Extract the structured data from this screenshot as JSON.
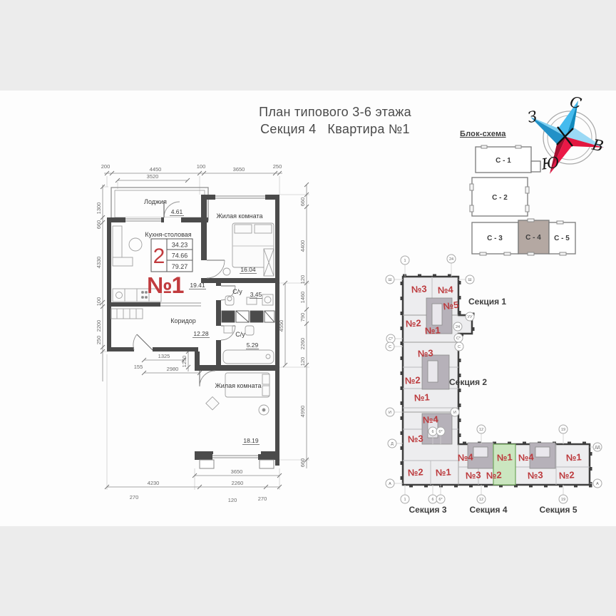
{
  "title": {
    "line1": "План типового 3-6 этажа",
    "line2": "Секция 4   Квартира №1"
  },
  "compass": {
    "north": "С",
    "west": "З",
    "east": "В",
    "south": "Ю"
  },
  "block_schema": {
    "title": "Блок-схема",
    "sections": [
      {
        "label": "С - 1"
      },
      {
        "label": "С - 2"
      },
      {
        "label": "С - 3"
      },
      {
        "label": "С - 4"
      },
      {
        "label": "С - 5"
      }
    ],
    "highlighted": "С - 4"
  },
  "plan": {
    "rooms": {
      "loggia": {
        "name": "Лоджия",
        "area": "4.61"
      },
      "living1": {
        "name": "Жилая комната",
        "area": "16.04"
      },
      "kitchen": {
        "name": "Кухня-столовая",
        "area": "19.41"
      },
      "wc1": {
        "name": "С/у",
        "area": "3.45"
      },
      "corridor": {
        "name": "Коридор",
        "area": "12.28"
      },
      "wc2": {
        "name": "С/у",
        "area": "5.29"
      },
      "living2": {
        "name": "Жилая комната",
        "area": "18.19"
      }
    },
    "stamp": {
      "rooms_count": "2",
      "living_area": "34.23",
      "area": "74.66",
      "total_area": "79.27",
      "apt_number": "№1"
    },
    "dims": {
      "top": [
        "200",
        "4450",
        "100",
        "3650",
        "250"
      ],
      "top_inner": "3520",
      "left": [
        "1300",
        "660",
        "4330",
        "100",
        "2200",
        "250"
      ],
      "inner": [
        "155",
        "1325",
        "1250",
        "2980"
      ],
      "right": [
        "660",
        "4400",
        "120",
        "1460",
        "790",
        "2260",
        "120",
        "4990",
        "660"
      ],
      "right_inner": "4550",
      "bottom_inner": "3650",
      "bottom": [
        "4230",
        "2260"
      ],
      "bottom_outer": [
        "270",
        "120",
        "270"
      ]
    }
  },
  "building": {
    "sections": [
      {
        "label": "Секция 1",
        "apts": [
          "№3",
          "№4",
          "№5",
          "№2",
          "№1"
        ]
      },
      {
        "label": "Секция 2",
        "apts": [
          "№3",
          "№2",
          "№1",
          "№4"
        ]
      },
      {
        "label": "Секция 3",
        "apts": [
          "№3",
          "№2",
          "№1"
        ]
      },
      {
        "label": "Секция 4",
        "apts": [
          "№4",
          "№1",
          "№3",
          "№2"
        ]
      },
      {
        "label": "Секция 5",
        "apts": [
          "№4",
          "№1",
          "№3",
          "№2"
        ]
      }
    ],
    "highlighted_section": "Секция 4",
    "highlighted_apartment": "№1",
    "axes": {
      "top": [
        "1",
        "24"
      ],
      "left": [
        "Ш",
        "С*",
        "С",
        "И",
        "Д",
        "А"
      ],
      "wing_right": [
        "Ш",
        "УУ",
        "24",
        "С*",
        "С",
        "И"
      ],
      "right": [
        "ДД",
        "А"
      ],
      "bottom": [
        "1",
        "6",
        "6*",
        "12",
        "19"
      ],
      "mid": [
        "6",
        "6*",
        "12",
        "19"
      ]
    }
  },
  "colors": {
    "apartment_red": "#bc393c",
    "highlight_green": "#cbe6c0",
    "wall": "#4b4b4b",
    "compass_blue": "#35b3e8",
    "compass_red": "#e2173f"
  }
}
